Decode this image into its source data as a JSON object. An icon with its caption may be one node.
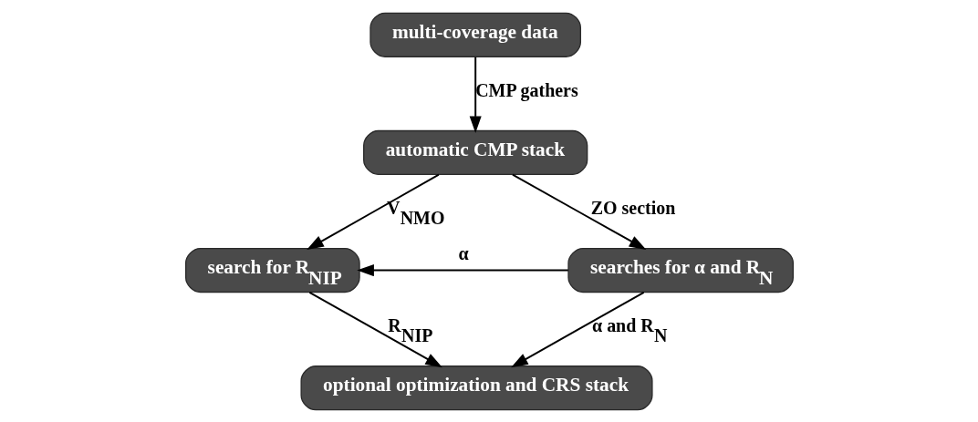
{
  "diagram": {
    "nodes": [
      {
        "text": [
          "multi-coverage data"
        ]
      },
      {
        "text": [
          "automatic CMP stack"
        ]
      },
      {
        "text": [
          "search for R$_{NIP}$"
        ]
      },
      {
        "text": [
          "searches for α and R$_{N}$"
        ]
      },
      {
        "text": [
          "optional optimization and CRS stack"
        ]
      }
    ],
    "edges": [
      {
        "from": 0,
        "to": 1,
        "arrow": "to",
        "label": "CMP gathers"
      },
      {
        "from": 1,
        "to": 2,
        "arrow": "to",
        "label": "V$_{NMO}$"
      },
      {
        "from": 1,
        "to": 3,
        "arrow": "to",
        "label": "ZO section"
      },
      {
        "from": 3,
        "to": 2,
        "arrow": "to",
        "label": "α"
      },
      {
        "from": 2,
        "to": 4,
        "arrow": "to",
        "label": "R$_{NIP}$"
      },
      {
        "from": 3,
        "to": 4,
        "arrow": "to",
        "label": "α and R$_{N}$"
      }
    ]
  }
}
